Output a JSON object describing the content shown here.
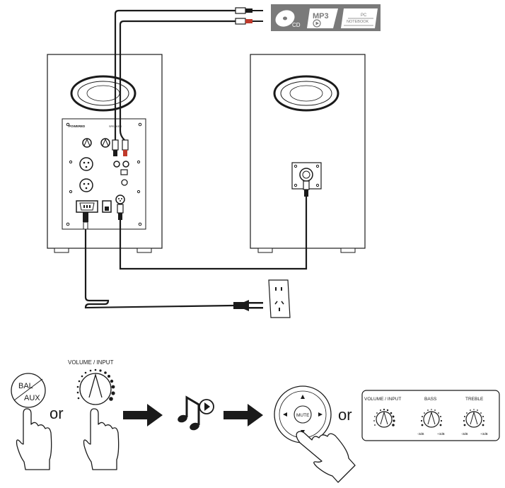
{
  "source_badges": {
    "cd": "CD",
    "mp3": "MP3",
    "pc_line1": "PC",
    "pc_line2": "NOTEBOOK"
  },
  "panel_labels": {
    "brand": "POWERED",
    "model": "SPEAKER"
  },
  "steps": {
    "volume_input_label": "VOLUME  / INPUT",
    "bal": "BAL",
    "aux": "AUX",
    "or_1": "or",
    "or_2": "or",
    "mute": "MUTE"
  },
  "remote_panel": {
    "volume_input": "VOLUME / INPUT",
    "bass": "BASS",
    "treble": "TREBLE",
    "bass_min": "-3dB",
    "bass_max": "+3dB",
    "treble_min": "-3dB",
    "treble_max": "+3dB"
  },
  "colors": {
    "line": "#1a1a1a",
    "badge": "#6f6f6f",
    "red_plug": "#c0392b"
  }
}
